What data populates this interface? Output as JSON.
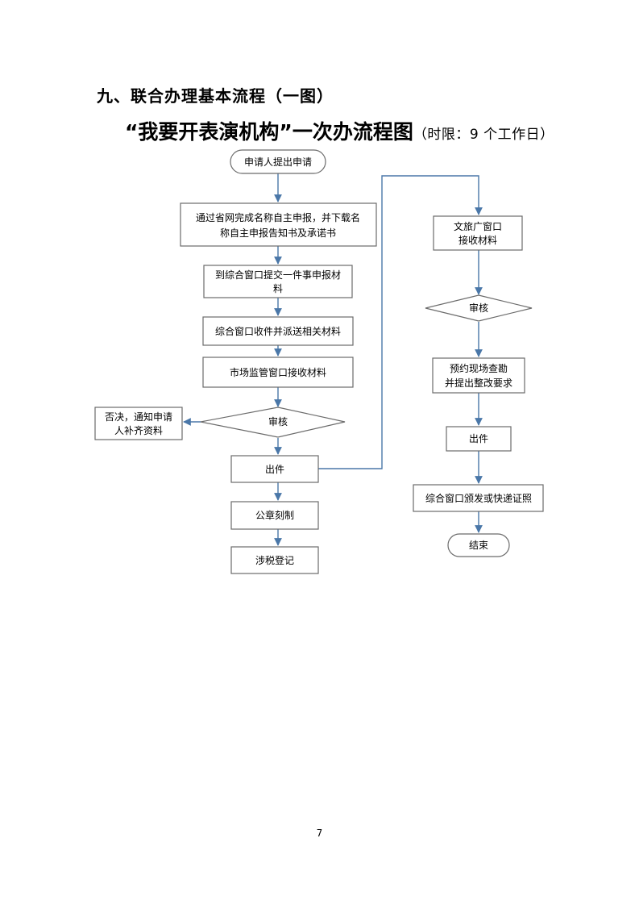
{
  "section_title": "九、联合办理基本流程（一图）",
  "chart_title": {
    "main": "“我要开表演机构”一次办流程图",
    "time_limit": "（时限：9 个工作日）"
  },
  "nodes": {
    "start": "申请人提出申请",
    "online_line1": "通过省网完成名称自主申报，并下载名",
    "online_line2": "称自主申报告知书及承诺书",
    "submit_line1": "到综合窗口提交一件事申报材",
    "submit_line2": "料",
    "dispatch": "综合窗口收件并派送相关材料",
    "market_receive": "市场监管窗口接收材料",
    "review1": "审核",
    "reject_line1": "否决，通知申请",
    "reject_line2": "人补齐资料",
    "issue1": "出件",
    "seal": "公章刻制",
    "tax": "涉税登记",
    "culture_line1": "文旅广窗口",
    "culture_line2": "接收材料",
    "review2": "审核",
    "inspect_line1": "预约现场查勘",
    "inspect_line2": "并提出整改要求",
    "issue2": "出件",
    "deliver": "综合窗口颁发或快递证照",
    "end": "结束"
  },
  "colors": {
    "line": "#4a77a8",
    "border": "#6b6b6b"
  },
  "page_number": "7"
}
